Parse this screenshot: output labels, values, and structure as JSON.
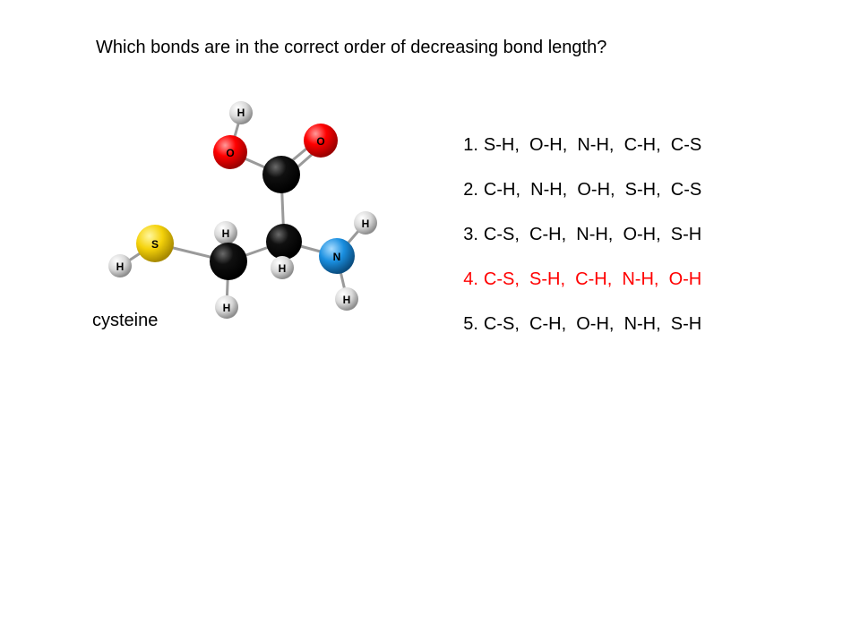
{
  "question": "Which bonds are in the correct order of decreasing bond length?",
  "molecule": {
    "name": "cysteine",
    "atoms": [
      {
        "symbol": "H",
        "color": "#ffffff"
      },
      {
        "symbol": "O",
        "color": "#ff0000"
      },
      {
        "symbol": "O",
        "color": "#ff0000"
      },
      {
        "symbol": "S",
        "color": "#f5d20a"
      },
      {
        "symbol": "H",
        "color": "#ffffff"
      },
      {
        "symbol": "H",
        "color": "#ffffff"
      },
      {
        "symbol": "H",
        "color": "#ffffff"
      },
      {
        "symbol": "N",
        "color": "#1a8fe0"
      },
      {
        "symbol": "H",
        "color": "#ffffff"
      },
      {
        "symbol": "H",
        "color": "#ffffff"
      },
      {
        "symbol": "H",
        "color": "#ffffff"
      }
    ]
  },
  "answers": [
    {
      "number": "1.",
      "text": "S-H,  O-H,  N-H,  C-H,  C-S",
      "correct": false
    },
    {
      "number": "2.",
      "text": "C-H,  N-H,  O-H,  S-H,  C-S",
      "correct": false
    },
    {
      "number": "3.",
      "text": "C-S,  C-H,  N-H,  O-H,  S-H",
      "correct": false
    },
    {
      "number": "4.",
      "text": "C-S,  S-H,  C-H,  N-H,  O-H",
      "correct": true
    },
    {
      "number": "5.",
      "text": "C-S,  C-H,  O-H,  N-H,  S-H",
      "correct": false
    }
  ],
  "highlight_color": "#ff0000"
}
